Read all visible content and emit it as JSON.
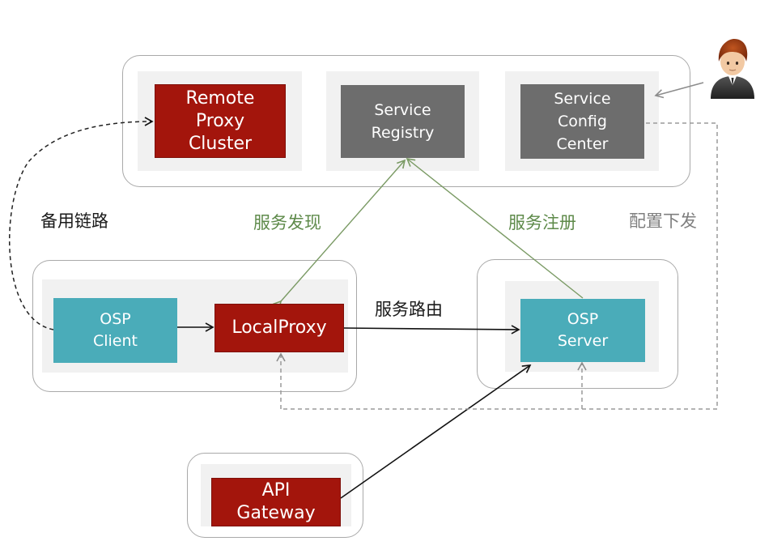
{
  "nodes": {
    "remote_proxy_cluster": "Remote\nProxy\nCluster",
    "service_registry": "Service\nRegistry",
    "service_config_center": "Service\nConfig\nCenter",
    "osp_client": "OSP\nClient",
    "local_proxy": "LocalProxy",
    "osp_server": "OSP\nServer",
    "api_gateway": "API\nGateway"
  },
  "labels": {
    "backup_link": "备用链路",
    "service_discovery": "服务发现",
    "service_registration": "服务注册",
    "config_distribution": "配置下发",
    "service_routing": "服务路由"
  },
  "colors": {
    "red_node": "#a3150c",
    "gray_node": "#6d6d6d",
    "teal_node": "#4aacb9",
    "green_label": "#5e8a4a",
    "gray_label": "#7f7f7f",
    "black_label": "#1a1a1a"
  },
  "icons": {
    "user": "user-avatar-icon"
  }
}
